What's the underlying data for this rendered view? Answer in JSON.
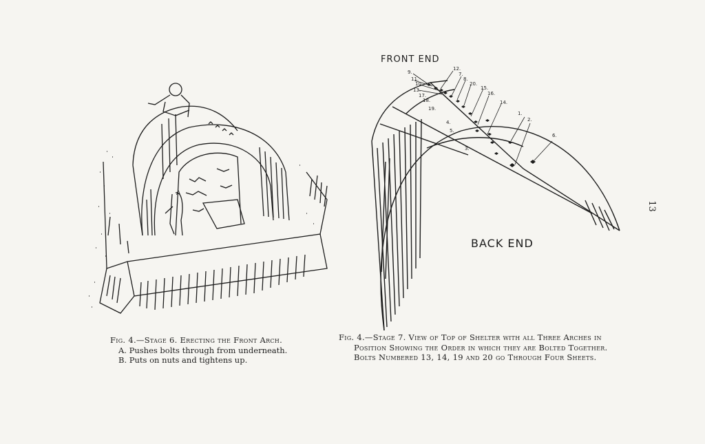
{
  "page_number": "13",
  "figure_left": {
    "caption_title": "Fig. 4.—Stage 6. Erecting the Front Arch.",
    "caption_line_a": "A. Pushes bolts through from underneath.",
    "caption_line_b": "B. Puts on nuts and tightens up.",
    "marker_a": "A"
  },
  "figure_right": {
    "label_front": "FRONT END",
    "label_back": "BACK END",
    "caption_line_1": "Fig. 4.—Stage 7. View of Top of Shelter with all Three Arches in",
    "caption_line_2": "Position Showing the Order in which they are Bolted Together.",
    "caption_line_3": "Bolts Numbered 13, 14, 19 and 20 go Through Four Sheets.",
    "bolt_numbers": [
      "9.",
      "12.",
      "11.",
      "7.",
      "8.",
      "10.",
      "13.",
      "20.",
      "15.",
      "17.",
      "18.",
      "16.",
      "14.",
      "19.",
      "4.",
      "1.",
      "2.",
      "5.",
      "6.",
      "3."
    ]
  }
}
